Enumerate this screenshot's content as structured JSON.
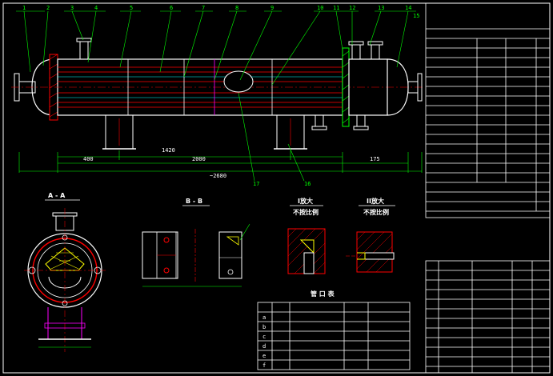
{
  "callouts": [
    "1",
    "2",
    "3",
    "4",
    "5",
    "6",
    "7",
    "8",
    "9",
    "10",
    "11",
    "12",
    "13",
    "14",
    "15",
    "16",
    "17"
  ],
  "section_aa_label": "A - A",
  "section_bb_label": "B - B",
  "detail_i": {
    "title": "I放大",
    "subtitle": "不按比例"
  },
  "detail_ii": {
    "title": "II放大",
    "subtitle": "不按比例"
  },
  "nozzle_table": {
    "title": "管 口 表",
    "rows": [
      "a",
      "b",
      "c",
      "d",
      "e",
      "f"
    ]
  },
  "overall_length_label": "~2680",
  "dims": {
    "d1": "400",
    "d2": "1420",
    "d3": "2000",
    "d4": "175"
  },
  "colors": {
    "background": "#000000",
    "outline": "#ffffff",
    "dimension": "#00ff00",
    "hatch": "#ff0000",
    "tube": "#00ffff",
    "text_alt": "#ffff00",
    "leader": "#00ff00",
    "nozzle": "#ff00ff"
  }
}
